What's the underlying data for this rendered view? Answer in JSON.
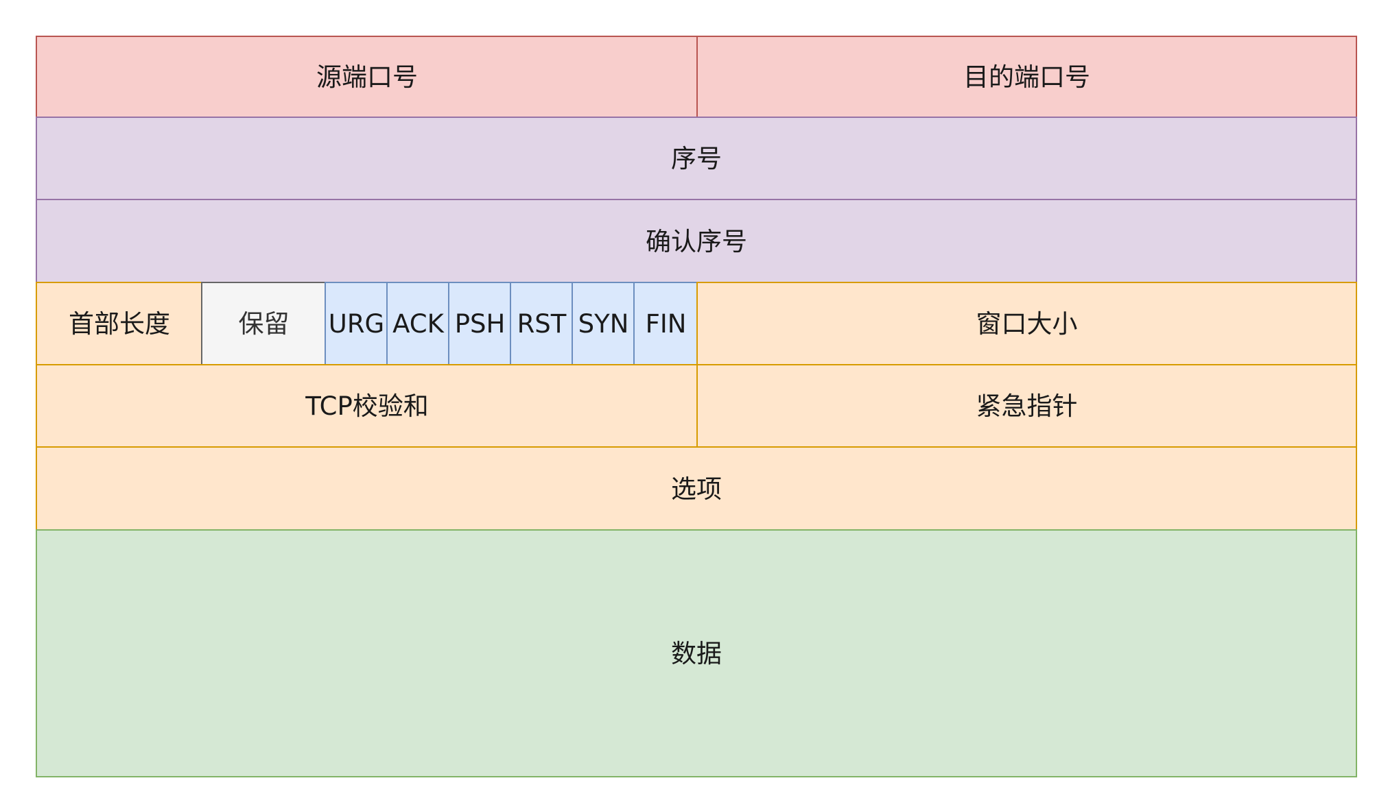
{
  "diagram": {
    "title": "TCP 首部格式",
    "rows": {
      "ports": {
        "source_port": "源端口号",
        "dest_port": "目的端口号"
      },
      "sequence_number": "序号",
      "ack_number": "确认序号",
      "flags_row": {
        "header_length": "首部长度",
        "reserved": "保留",
        "flags": [
          "URG",
          "ACK",
          "PSH",
          "RST",
          "SYN",
          "FIN"
        ],
        "window_size": "窗口大小"
      },
      "checksum_row": {
        "checksum": "TCP校验和",
        "urgent_pointer": "紧急指针"
      },
      "options": "选项",
      "data": "数据"
    }
  },
  "colors": {
    "ports_fill": "#f8cecc",
    "ports_stroke": "#b85450",
    "sequence_fill": "#e1d5e7",
    "sequence_stroke": "#9673a6",
    "control_fill": "#ffe6cc",
    "control_stroke": "#d79b00",
    "reserved_fill": "#f5f5f5",
    "reserved_stroke": "#666666",
    "flag_fill": "#dae8fc",
    "flag_stroke": "#6c8ebf",
    "data_fill": "#d5e8d4",
    "data_stroke": "#82b366"
  }
}
